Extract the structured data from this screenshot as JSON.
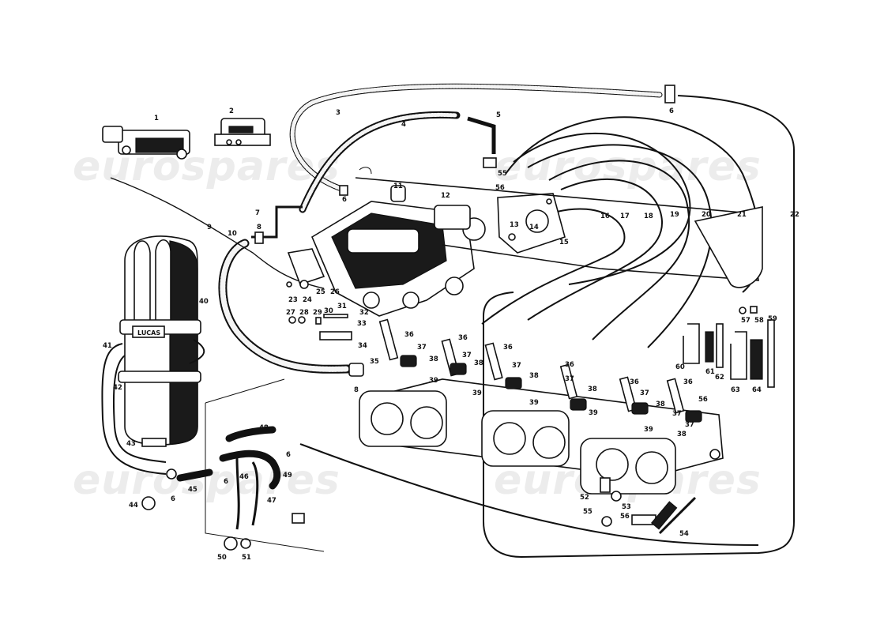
{
  "watermark": {
    "text": "eurospares"
  },
  "callouts": [
    {
      "id": "c1",
      "text": "1"
    },
    {
      "id": "c2",
      "text": "2"
    },
    {
      "id": "c3",
      "text": "3"
    },
    {
      "id": "c4",
      "text": "4"
    },
    {
      "id": "c5",
      "text": "5"
    },
    {
      "id": "c6a",
      "text": "6"
    },
    {
      "id": "c6b",
      "text": "6"
    },
    {
      "id": "c6c",
      "text": "6"
    },
    {
      "id": "c6d",
      "text": "6"
    },
    {
      "id": "c6e",
      "text": "6"
    },
    {
      "id": "c7",
      "text": "7"
    },
    {
      "id": "c8a",
      "text": "8"
    },
    {
      "id": "c8b",
      "text": "8"
    },
    {
      "id": "c9",
      "text": "9"
    },
    {
      "id": "c10",
      "text": "10"
    },
    {
      "id": "c11",
      "text": "11"
    },
    {
      "id": "c12",
      "text": "12"
    },
    {
      "id": "c13",
      "text": "13"
    },
    {
      "id": "c14",
      "text": "14"
    },
    {
      "id": "c15",
      "text": "15"
    },
    {
      "id": "c16",
      "text": "16"
    },
    {
      "id": "c17",
      "text": "17"
    },
    {
      "id": "c18",
      "text": "18"
    },
    {
      "id": "c19",
      "text": "19"
    },
    {
      "id": "c20",
      "text": "20"
    },
    {
      "id": "c21",
      "text": "21"
    },
    {
      "id": "c22",
      "text": "22"
    },
    {
      "id": "c23",
      "text": "23"
    },
    {
      "id": "c24",
      "text": "24"
    },
    {
      "id": "c25",
      "text": "25"
    },
    {
      "id": "c26",
      "text": "26"
    },
    {
      "id": "c27",
      "text": "27"
    },
    {
      "id": "c28",
      "text": "28"
    },
    {
      "id": "c29",
      "text": "29"
    },
    {
      "id": "c30a",
      "text": "30"
    },
    {
      "id": "c31a",
      "text": "31"
    },
    {
      "id": "c32",
      "text": "32"
    },
    {
      "id": "c33a",
      "text": "33"
    },
    {
      "id": "c34",
      "text": "34"
    },
    {
      "id": "c35",
      "text": "35"
    },
    {
      "id": "c36a",
      "text": "36"
    },
    {
      "id": "c36b",
      "text": "36"
    },
    {
      "id": "c36c",
      "text": "36"
    },
    {
      "id": "c36d",
      "text": "36"
    },
    {
      "id": "c36e",
      "text": "36"
    },
    {
      "id": "c36f",
      "text": "36"
    },
    {
      "id": "c37a",
      "text": "37"
    },
    {
      "id": "c37b",
      "text": "37"
    },
    {
      "id": "c37c",
      "text": "37"
    },
    {
      "id": "c37d",
      "text": "37"
    },
    {
      "id": "c37e",
      "text": "37"
    },
    {
      "id": "c37f",
      "text": "37"
    },
    {
      "id": "c37g",
      "text": "37"
    },
    {
      "id": "c38a",
      "text": "38"
    },
    {
      "id": "c38b",
      "text": "38"
    },
    {
      "id": "c38c",
      "text": "38"
    },
    {
      "id": "c38d",
      "text": "38"
    },
    {
      "id": "c38e",
      "text": "38"
    },
    {
      "id": "c38f",
      "text": "38"
    },
    {
      "id": "c39a",
      "text": "39"
    },
    {
      "id": "c39b",
      "text": "39"
    },
    {
      "id": "c39c",
      "text": "39"
    },
    {
      "id": "c39d",
      "text": "39"
    },
    {
      "id": "c39e",
      "text": "39"
    },
    {
      "id": "c40",
      "text": "40"
    },
    {
      "id": "c41",
      "text": "41"
    },
    {
      "id": "c42",
      "text": "42"
    },
    {
      "id": "c43",
      "text": "43"
    },
    {
      "id": "c44",
      "text": "44"
    },
    {
      "id": "c45",
      "text": "45"
    },
    {
      "id": "c46",
      "text": "46"
    },
    {
      "id": "c47",
      "text": "47"
    },
    {
      "id": "c48",
      "text": "48"
    },
    {
      "id": "c49",
      "text": "49"
    },
    {
      "id": "c50",
      "text": "50"
    },
    {
      "id": "c51",
      "text": "51"
    },
    {
      "id": "c52",
      "text": "52"
    },
    {
      "id": "c53",
      "text": "53"
    },
    {
      "id": "c54",
      "text": "54"
    },
    {
      "id": "c55a",
      "text": "55"
    },
    {
      "id": "c55b",
      "text": "55"
    },
    {
      "id": "c56a",
      "text": "56"
    },
    {
      "id": "c56b",
      "text": "56"
    },
    {
      "id": "c56c",
      "text": "56"
    },
    {
      "id": "c57",
      "text": "57"
    },
    {
      "id": "c58",
      "text": "58"
    },
    {
      "id": "c59",
      "text": "59"
    },
    {
      "id": "c60",
      "text": "60"
    },
    {
      "id": "c61",
      "text": "61"
    },
    {
      "id": "c62",
      "text": "62"
    },
    {
      "id": "c63",
      "text": "63"
    },
    {
      "id": "c64",
      "text": "64"
    }
  ],
  "brand_plate": {
    "text": "LUCAS"
  }
}
